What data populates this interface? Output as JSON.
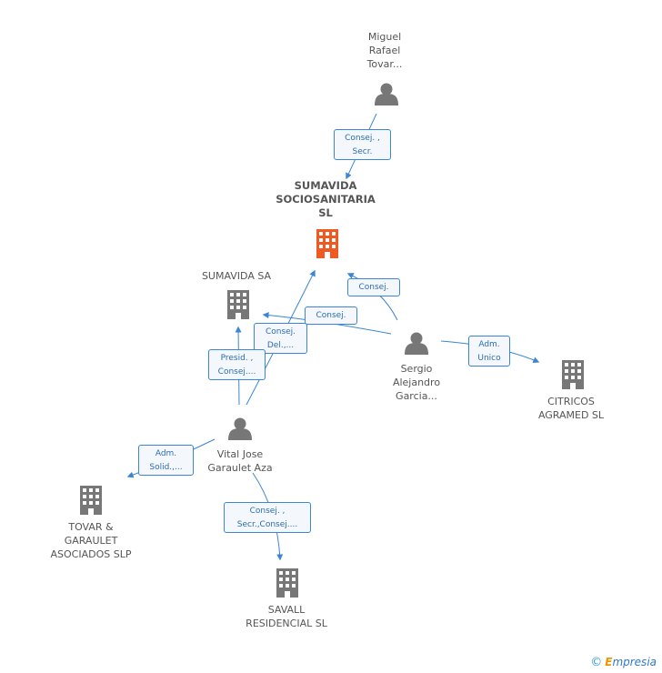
{
  "nodes": {
    "miguel": {
      "label": "Miguel\nRafael\nTovar...",
      "type": "person"
    },
    "sumavida_sociosanitaria": {
      "label": "SUMAVIDA\nSOCIOSANITARIA\nSL",
      "type": "company-main"
    },
    "sumavida_sa": {
      "label": "SUMAVIDA SA",
      "type": "company"
    },
    "sergio": {
      "label": "Sergio\nAlejandro\nGarcia...",
      "type": "person"
    },
    "citricos": {
      "label": "CITRICOS\nAGRAMED SL",
      "type": "company"
    },
    "vital": {
      "label": "Vital Jose\nGaraulet Aza",
      "type": "person"
    },
    "tovar": {
      "label": "TOVAR &\nGARAULET\nASOCIADOS SLP",
      "type": "company"
    },
    "savall": {
      "label": "SAVALL\nRESIDENCIAL SL",
      "type": "company"
    }
  },
  "relations": [
    {
      "id": "r1",
      "label": "Consej. ,\nSecr."
    },
    {
      "id": "r2",
      "label": "Consej."
    },
    {
      "id": "r3",
      "label": "Consej."
    },
    {
      "id": "r4",
      "label": "Adm.\nUnico"
    },
    {
      "id": "r5",
      "label": "Consej.\nDel.,..."
    },
    {
      "id": "r6",
      "label": "Presid. ,\nConsej...."
    },
    {
      "id": "r7",
      "label": "Adm.\nSolid.,..."
    },
    {
      "id": "r8",
      "label": "Consej. ,\nSecr.,Consej...."
    }
  ],
  "footer": {
    "copyright": "©",
    "brand_initial": "E",
    "brand_rest": "mpresia"
  },
  "colors": {
    "edge": "#3a86d4",
    "person": "#777777",
    "company": "#777777",
    "company_main": "#f05a22"
  }
}
